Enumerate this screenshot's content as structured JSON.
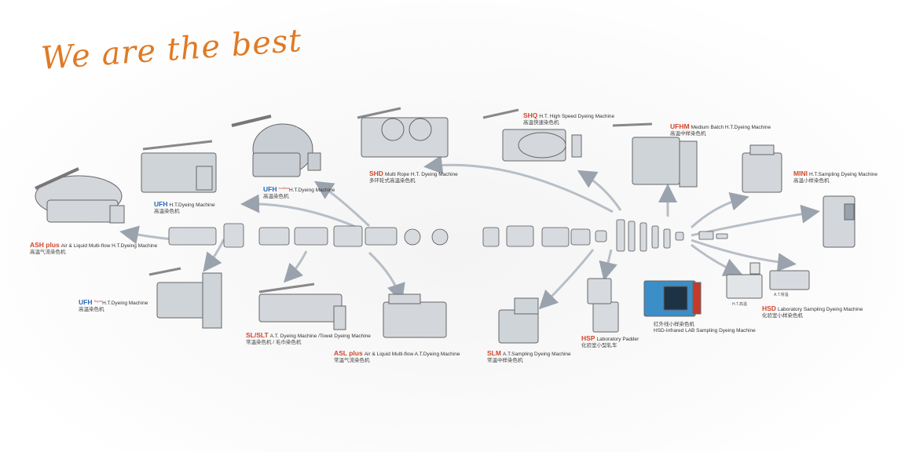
{
  "headline": "We are the best",
  "machines": {
    "ash_plus": {
      "code": "ASH plus",
      "en": "Air & Liquid Multi-flow H.T.Dyeing Machine",
      "cn": "高温气流染色机"
    },
    "ufh": {
      "code": "UFH",
      "en": "H.T.Dyeing Machine",
      "cn": "高温染色机"
    },
    "ufh_ecoflow": {
      "code": "UFH",
      "sup": "ecoflow",
      "en": "H.T.Dyeing Machine",
      "cn": "高温染色机"
    },
    "shd": {
      "code": "SHD",
      "en": "Multi Rope H.T. Dyeing Machine",
      "cn": "多环轮式高温染色机"
    },
    "shq": {
      "code": "SHQ",
      "en": "H.T. High Speed Dyeing Machine",
      "cn": "高温快速染色机"
    },
    "ufhm": {
      "code": "UFHM",
      "en": "Medium Batch H.T.Dyeing Machine",
      "cn": "高温中样染色机"
    },
    "mini": {
      "code": "MINI",
      "en": "H.T.Sampling Dyeing Machine",
      "cn": "高温小样染色机"
    },
    "ufh_super": {
      "code": "UFH",
      "sup": "Super",
      "en": "H.T.Dyeing Machine",
      "cn": "高温染色机"
    },
    "sl_slt": {
      "code": "SL/SLT",
      "en": "A.T. Dyeing Machine /Towel Dyeing Machine",
      "cn": "常温染色机 / 毛巾染色机"
    },
    "asl_plus": {
      "code": "ASL plus",
      "en": "Air & Liquid Multi-flow A.T.Dyeing Machine",
      "cn": "常温气流染色机"
    },
    "slm": {
      "code": "SLM",
      "en": "A.T.Sampling Dyeing Machine",
      "cn": "常温中样染色机"
    },
    "hsp": {
      "code": "HSP",
      "en": "Laboratory Padder",
      "cn": "化验室小型轧车"
    },
    "infrared": {
      "cn": "红外线小样染色机",
      "en": "HSD-Infrared LAB Sampling Dyeing Machine"
    },
    "hsd": {
      "code": "HSD",
      "en": "Laboratory Sampling Dyeing Machine",
      "cn": "化验室小样染色机"
    },
    "ht_small_1": "H.T.高温",
    "ht_small_2": "A.T.常温"
  },
  "colors": {
    "accent": "#e07a26",
    "code": "#d2452a",
    "arrow": "#9aa3ad",
    "machine": "#c9ced4"
  }
}
